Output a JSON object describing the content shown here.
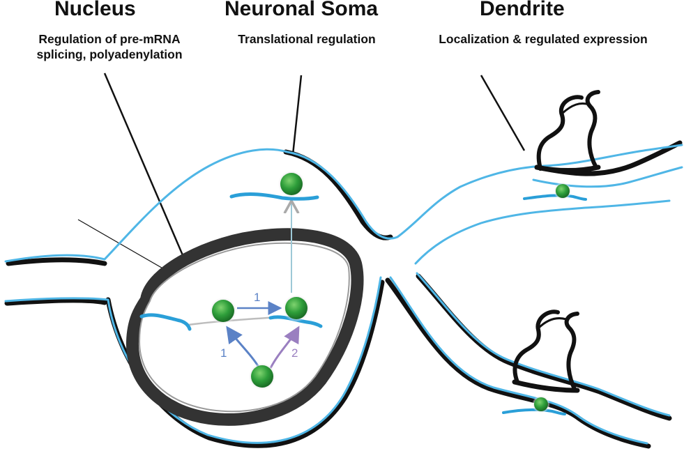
{
  "headers": {
    "nucleus": {
      "title": "Nucleus",
      "subtitle_line1": "Regulation of pre-mRNA",
      "subtitle_line2": "splicing, polyadenylation"
    },
    "soma": {
      "title": "Neuronal Soma",
      "subtitle_line1": "Translational regulation"
    },
    "dendrite": {
      "title": "Dendrite",
      "subtitle_line1": "Localization & regulated expression"
    }
  },
  "arrow_labels": {
    "top": "1",
    "left": "1",
    "right": "2"
  },
  "colors": {
    "membrane_blue": "#4fb6e6",
    "outline_black": "#111111",
    "nuclear_envelope": "#333333",
    "protein_green": "#2e9e3a",
    "arrow_blue": "#5b82c6",
    "arrow_purple": "#9a7fc0",
    "mrna_blue": "#2a9fd8",
    "guide_gray": "#bdbdbd"
  }
}
